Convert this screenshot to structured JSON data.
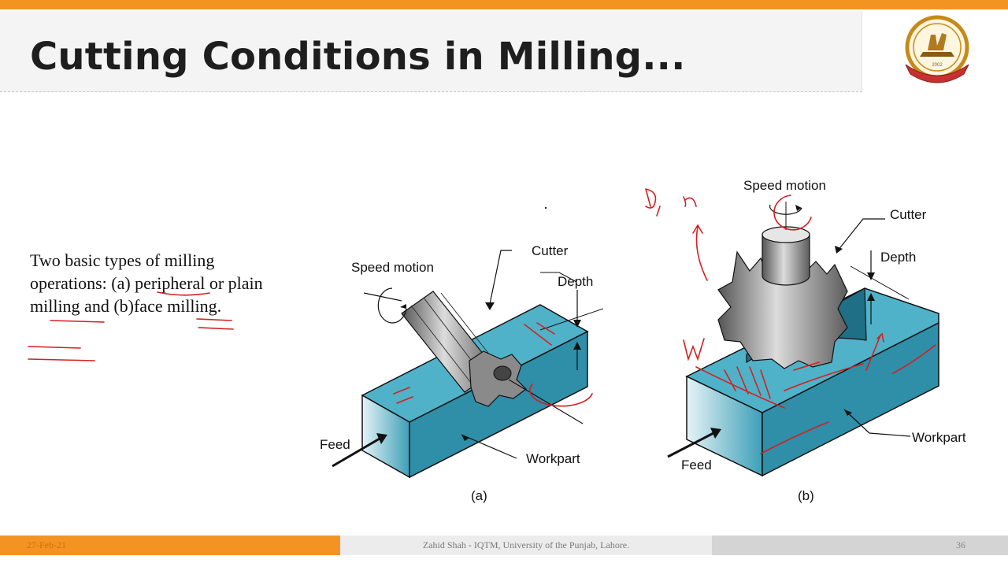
{
  "slide": {
    "title": "Cutting Conditions in Milling...",
    "body": "Two basic types of milling operations: (a) peripheral or plain milling and (b)face milling."
  },
  "figure_a": {
    "speed_motion": "Speed motion",
    "cutter": "Cutter",
    "depth": "Depth",
    "feed": "Feed",
    "workpart": "Workpart",
    "caption": "(a)"
  },
  "figure_b": {
    "speed_motion": "Speed motion",
    "cutter": "Cutter",
    "depth": "Depth",
    "feed": "Feed",
    "workpart": "Workpart",
    "caption": "(b)"
  },
  "footer": {
    "date": "27-Feb-21",
    "author": "Zahid Shah - IQTM, University of the Punjab, Lahore.",
    "page": "36"
  },
  "colors": {
    "accent": "#f39422",
    "workpart": "#3d9fb8",
    "ink": "#d42020"
  },
  "logo": {
    "year": "2002"
  }
}
